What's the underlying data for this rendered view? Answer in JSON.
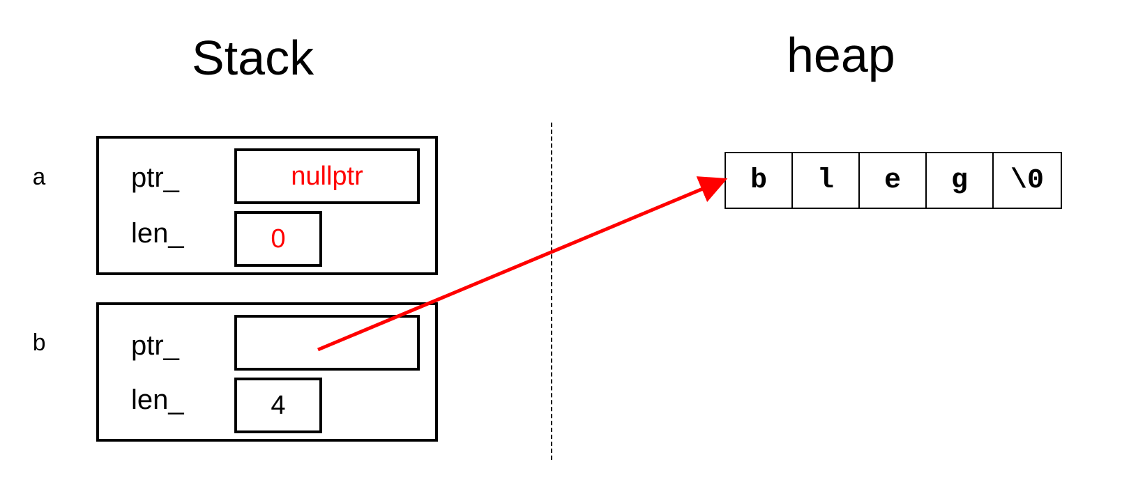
{
  "headings": {
    "stack": "Stack",
    "heap": "heap"
  },
  "variables": {
    "a": {
      "name": "a",
      "ptr_label": "ptr_",
      "ptr_value": "nullptr",
      "len_label": "len_",
      "len_value": "0"
    },
    "b": {
      "name": "b",
      "ptr_label": "ptr_",
      "ptr_value": "",
      "len_label": "len_",
      "len_value": "4"
    }
  },
  "heap": {
    "cells": [
      "b",
      "l",
      "e",
      "g",
      "\\0"
    ]
  },
  "colors": {
    "highlight": "#ff0000",
    "arrow": "#ff0000"
  }
}
